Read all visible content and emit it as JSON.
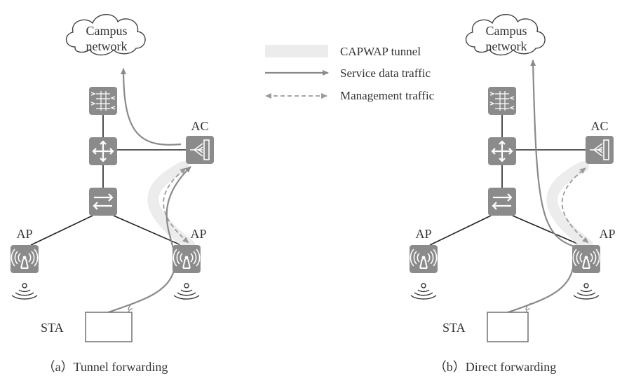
{
  "legend": {
    "capwap_tunnel": "CAPWAP tunnel",
    "service_data_traffic": "Service data traffic",
    "management_traffic": "Management traffic"
  },
  "diagram_a": {
    "cloud_label_line1": "Campus",
    "cloud_label_line2": "network",
    "ac_label": "AC",
    "ap_left_label": "AP",
    "ap_right_label": "AP",
    "sta_label": "STA",
    "caption": "（a）Tunnel forwarding"
  },
  "diagram_b": {
    "cloud_label_line1": "Campus",
    "cloud_label_line2": "network",
    "ac_label": "AC",
    "ap_left_label": "AP",
    "ap_right_label": "AP",
    "sta_label": "STA",
    "caption": "（b）Direct forwarding"
  },
  "colors": {
    "device_fill": "#8b8b8b",
    "wire": "#222222",
    "service_traffic": "#8a8a8a",
    "management_traffic": "#9a9a9a",
    "tunnel": "#ececec"
  },
  "icons": [
    "cloud-icon",
    "firewall-icon",
    "router-icon",
    "switch-icon",
    "ac-icon",
    "ap-icon",
    "wifi-waves-icon",
    "sta-terminal-icon"
  ]
}
